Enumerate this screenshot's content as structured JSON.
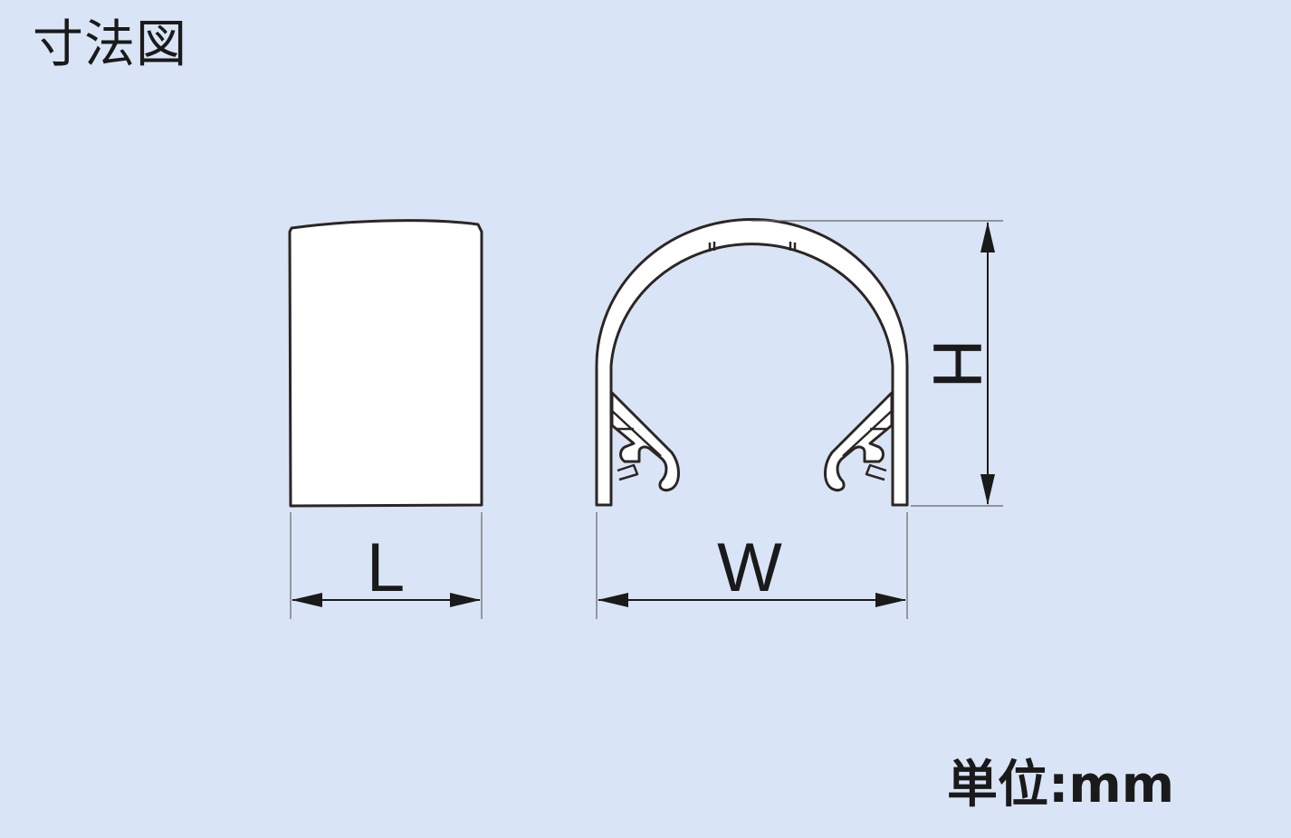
{
  "title": "寸法図",
  "unit_label": "単位:mm",
  "dimensions": {
    "length_label": "L",
    "width_label": "W",
    "height_label": "H"
  },
  "colors": {
    "background": "#d9e5f6",
    "part_fill": "#ffffff",
    "outline": "#2b2624",
    "extension_line": "#555555"
  }
}
